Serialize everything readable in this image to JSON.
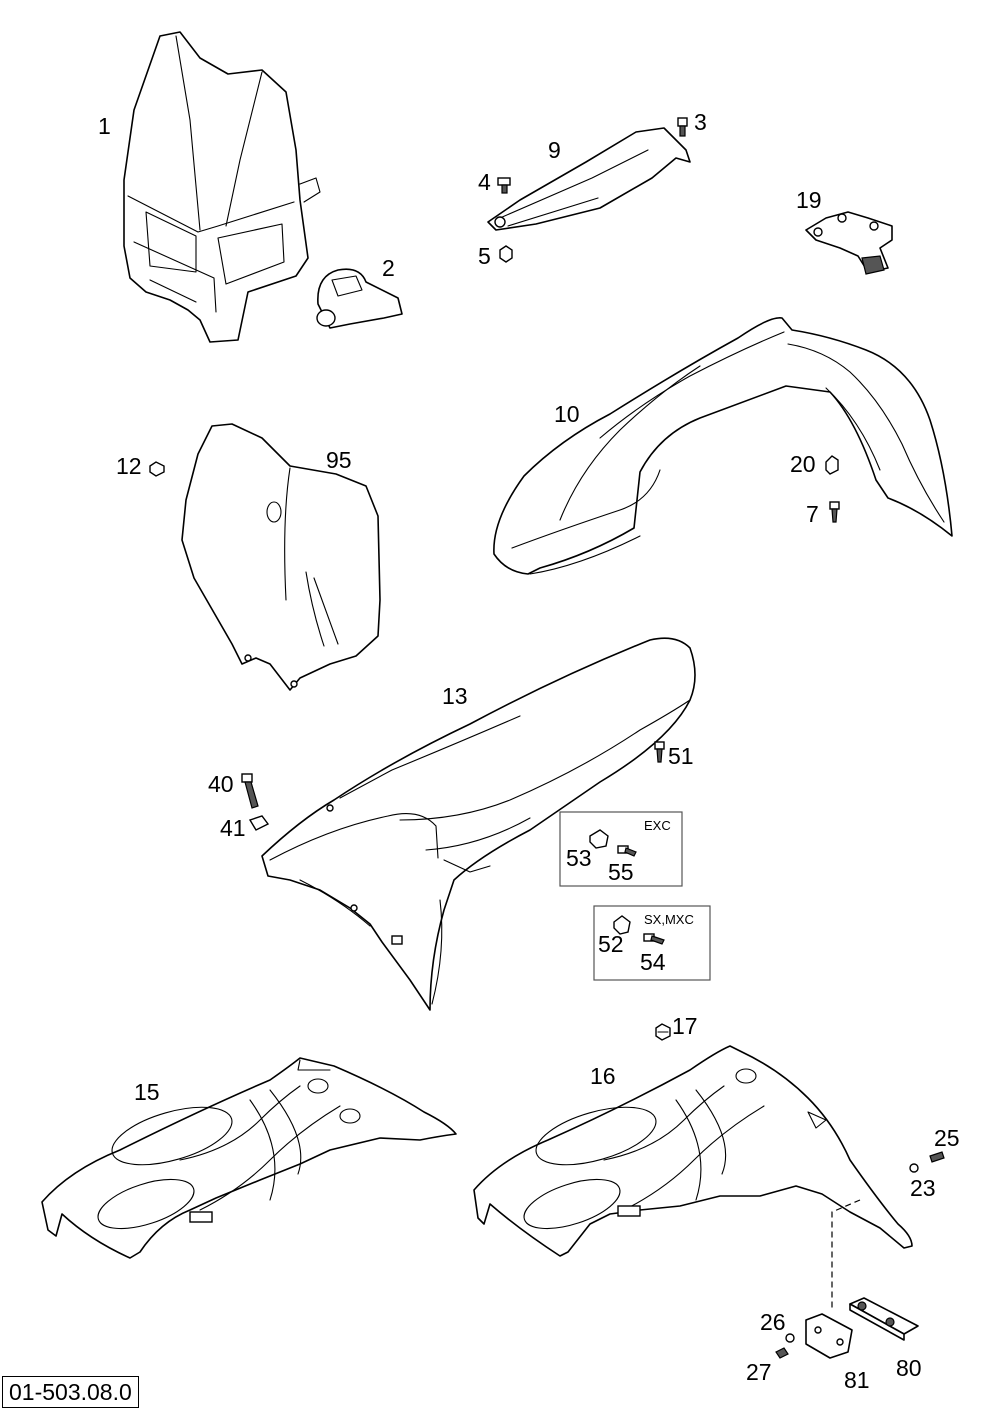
{
  "drawing_number": "01-503.08.0",
  "callouts": {
    "c1": "1",
    "c2": "2",
    "c3": "3",
    "c4": "4",
    "c5": "5",
    "c7": "7",
    "c9": "9",
    "c10": "10",
    "c12": "12",
    "c13": "13",
    "c15": "15",
    "c16": "16",
    "c17": "17",
    "c19": "19",
    "c20": "20",
    "c23": "23",
    "c25": "25",
    "c26": "26",
    "c27": "27",
    "c40": "40",
    "c41": "41",
    "c51": "51",
    "c52": "52",
    "c53": "53",
    "c54": "54",
    "c55": "55",
    "c80": "80",
    "c81": "81",
    "c95": "95"
  },
  "variant_boxes": {
    "exc": "EXC",
    "sx_mxc": "SX,MXC"
  }
}
